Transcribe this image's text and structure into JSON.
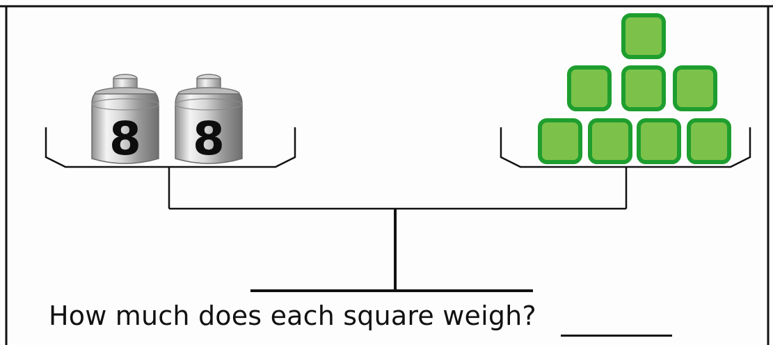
{
  "question": {
    "text": "How much does each square weigh?"
  },
  "left_pan": {
    "weights": [
      {
        "label": "8"
      },
      {
        "label": "8"
      }
    ]
  },
  "right_pan": {
    "square_rows": [
      1,
      3,
      4
    ]
  },
  "colors": {
    "square_fill": "#7cc24a",
    "square_border": "#1e9e2e",
    "line": "#111111",
    "weight_metal": "#c9c9c9"
  }
}
